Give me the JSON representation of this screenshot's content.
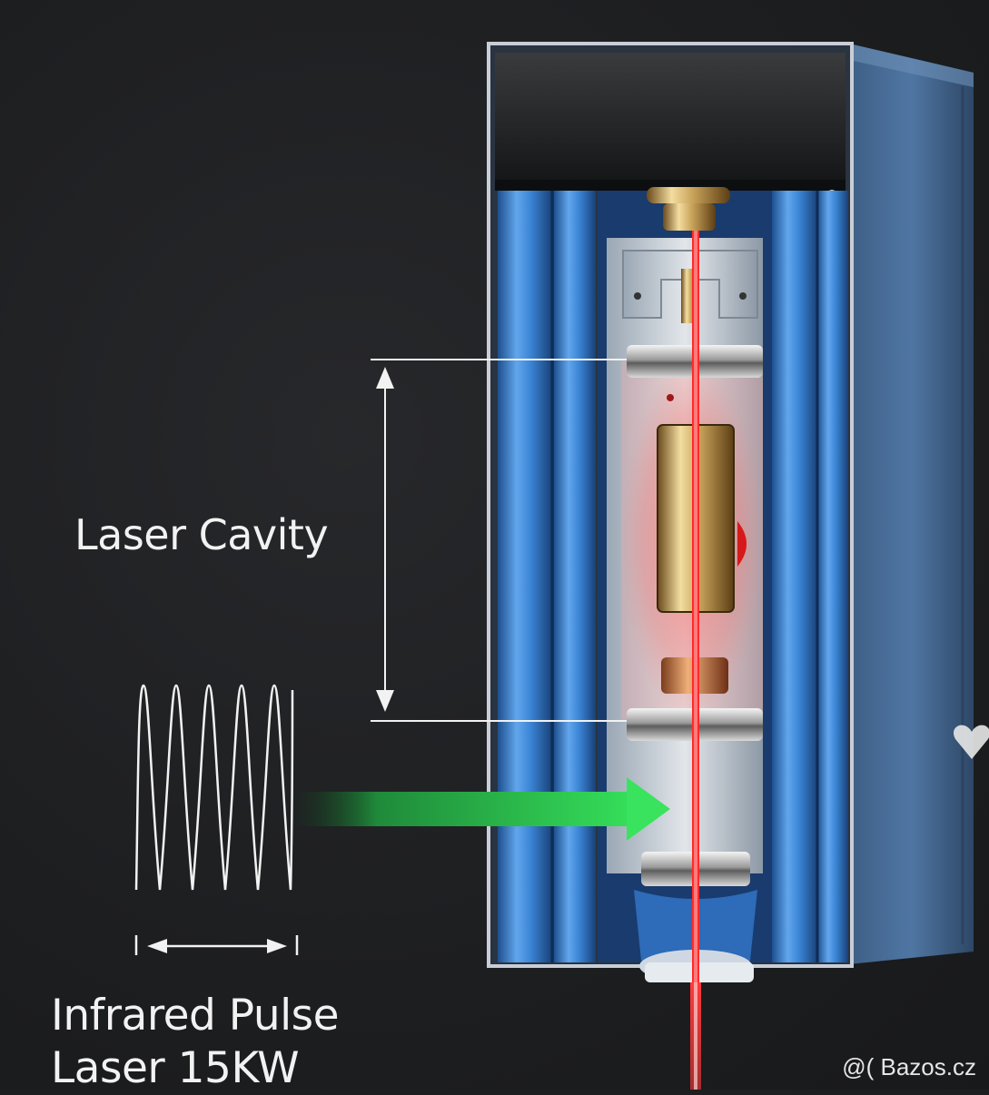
{
  "labels": {
    "cavity": "Laser Cavity",
    "pulse_line1": "Infrared Pulse",
    "pulse_line2": "Laser 15KW"
  },
  "watermark": "@( Bazos.cz",
  "colors": {
    "background": "#1e1f21",
    "housing_blue": "#3f7fc4",
    "beam_red": "#ff2a2a",
    "pump_arrow_green": "#22c94a",
    "annotation_white": "#f2f2f2"
  },
  "icons": {
    "cavity_extent": "double-arrow-vertical",
    "pulse_width": "double-arrow-horizontal",
    "pump_direction": "arrow-right",
    "wave": "sine-wave"
  }
}
